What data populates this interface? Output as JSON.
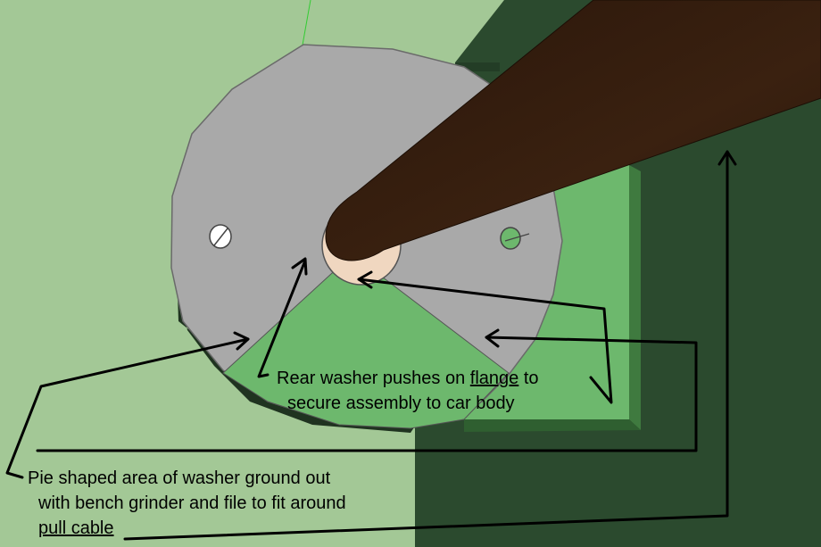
{
  "annotations": {
    "rear_washer": {
      "line1_before": "Rear washer pushes on ",
      "line1_underlined": "flange",
      "line1_after": " to",
      "line2": "secure assembly to car body"
    },
    "pie_area": {
      "line1": "Pie shaped area of washer ground out",
      "line2": "with bench grinder and file to fit around",
      "line3": "pull cable"
    }
  },
  "colors": {
    "background": "#a3c896",
    "car_body": "#2b4a2e",
    "flange": "#6db86d",
    "washer": "#a9a9a9",
    "cable": "#341d0d",
    "cable_sleeve": "#f0d7c0"
  }
}
